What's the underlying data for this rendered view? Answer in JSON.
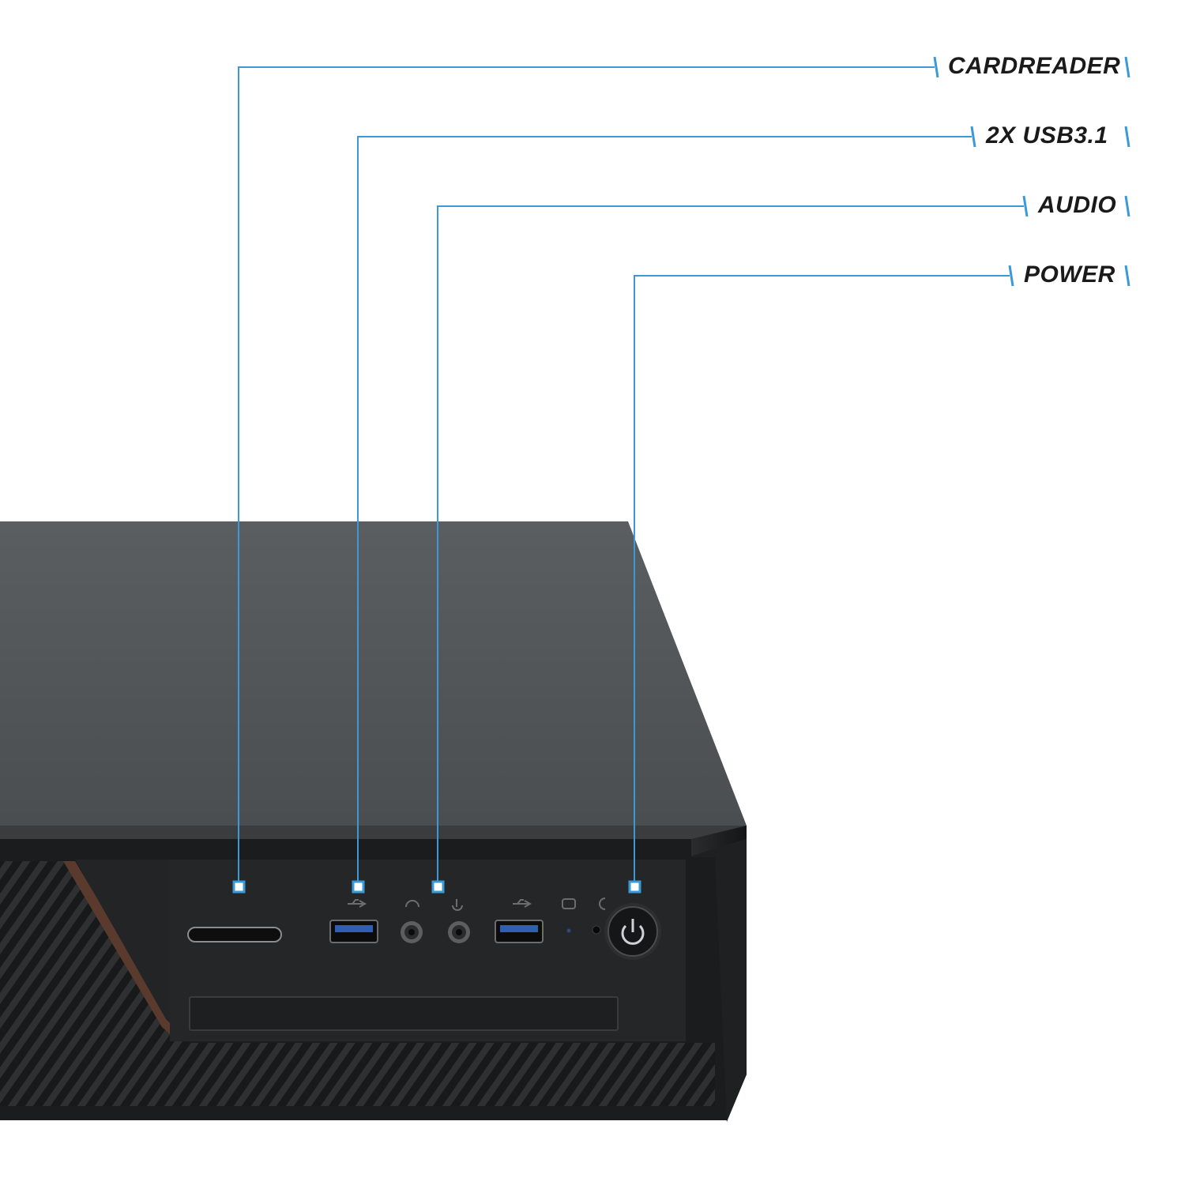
{
  "accent_color": "#3a9ad9",
  "callouts": [
    {
      "label": "CARDREADER",
      "target": "cardreader-slot"
    },
    {
      "label": "2X USB3.1",
      "target": "usb-port"
    },
    {
      "label": "AUDIO",
      "target": "audio-jack"
    },
    {
      "label": "POWER",
      "target": "power-button"
    }
  ],
  "case_panel_icons": [
    "usb-icon",
    "headphone-icon",
    "microphone-icon",
    "usb-icon",
    "hdd-led-icon",
    "power-led-icon"
  ]
}
